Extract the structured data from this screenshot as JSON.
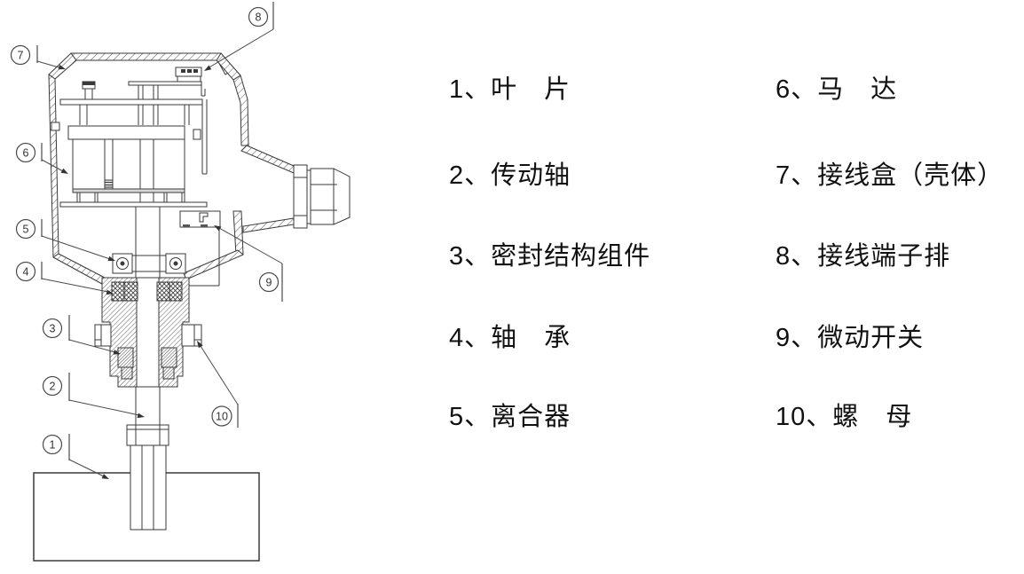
{
  "legend": {
    "left": [
      "1、叶　片",
      "2、传动轴",
      "3、密封结构组件",
      "4、轴　承",
      "5、离合器"
    ],
    "right": [
      "6、马　达",
      "7、接线盒（壳体）",
      "8、接线端子排",
      "9、微动开关",
      "10、螺　母"
    ]
  },
  "callouts": [
    "1",
    "2",
    "3",
    "4",
    "5",
    "6",
    "7",
    "8",
    "9",
    "10"
  ],
  "colors": {
    "background": "#ffffff",
    "line": "#3a3a3a",
    "text": "#111111",
    "leader": "#4a4a4a"
  }
}
